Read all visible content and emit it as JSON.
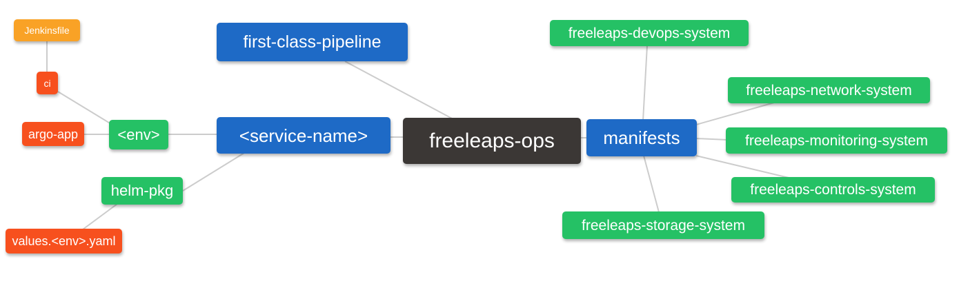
{
  "diagram": {
    "title": "freeleaps-ops mind map",
    "background_color": "#ffffff",
    "edge_color": "#cccccc",
    "palette": {
      "orange": "#F9A226",
      "red": "#F7501E",
      "green": "#25C165",
      "blue": "#1E6AC6",
      "dark": "#3B3735",
      "text": "#ffffff"
    },
    "nodes": [
      {
        "id": "jenkinsfile",
        "label": "Jenkinsfile",
        "color": "#F9A226"
      },
      {
        "id": "ci",
        "label": "ci",
        "color": "#F7501E"
      },
      {
        "id": "argo-app",
        "label": "argo-app",
        "color": "#F7501E"
      },
      {
        "id": "env",
        "label": "<env>",
        "color": "#25C165"
      },
      {
        "id": "helm-pkg",
        "label": "helm-pkg",
        "color": "#25C165"
      },
      {
        "id": "values-env-yaml",
        "label": "values.<env>.yaml",
        "color": "#F7501E"
      },
      {
        "id": "first-class-pipeline",
        "label": "first-class-pipeline",
        "color": "#1E6AC6"
      },
      {
        "id": "service-name",
        "label": "<service-name>",
        "color": "#1E6AC6"
      },
      {
        "id": "freeleaps-ops",
        "label": "freeleaps-ops",
        "color": "#3B3735"
      },
      {
        "id": "manifests",
        "label": "manifests",
        "color": "#1E6AC6"
      },
      {
        "id": "freeleaps-devops-system",
        "label": "freeleaps-devops-system",
        "color": "#25C165"
      },
      {
        "id": "freeleaps-network-system",
        "label": "freeleaps-network-system",
        "color": "#25C165"
      },
      {
        "id": "freeleaps-monitoring-system",
        "label": "freeleaps-monitoring-system",
        "color": "#25C165"
      },
      {
        "id": "freeleaps-controls-system",
        "label": "freeleaps-controls-system",
        "color": "#25C165"
      },
      {
        "id": "freeleaps-storage-system",
        "label": "freeleaps-storage-system",
        "color": "#25C165"
      }
    ],
    "edges": [
      {
        "from": "jenkinsfile",
        "to": "ci"
      },
      {
        "from": "ci",
        "to": "env"
      },
      {
        "from": "argo-app",
        "to": "env"
      },
      {
        "from": "env",
        "to": "service-name"
      },
      {
        "from": "helm-pkg",
        "to": "service-name"
      },
      {
        "from": "values-env-yaml",
        "to": "helm-pkg"
      },
      {
        "from": "service-name",
        "to": "freeleaps-ops"
      },
      {
        "from": "first-class-pipeline",
        "to": "freeleaps-ops"
      },
      {
        "from": "freeleaps-ops",
        "to": "manifests"
      },
      {
        "from": "manifests",
        "to": "freeleaps-devops-system"
      },
      {
        "from": "manifests",
        "to": "freeleaps-network-system"
      },
      {
        "from": "manifests",
        "to": "freeleaps-monitoring-system"
      },
      {
        "from": "manifests",
        "to": "freeleaps-controls-system"
      },
      {
        "from": "manifests",
        "to": "freeleaps-storage-system"
      }
    ]
  }
}
